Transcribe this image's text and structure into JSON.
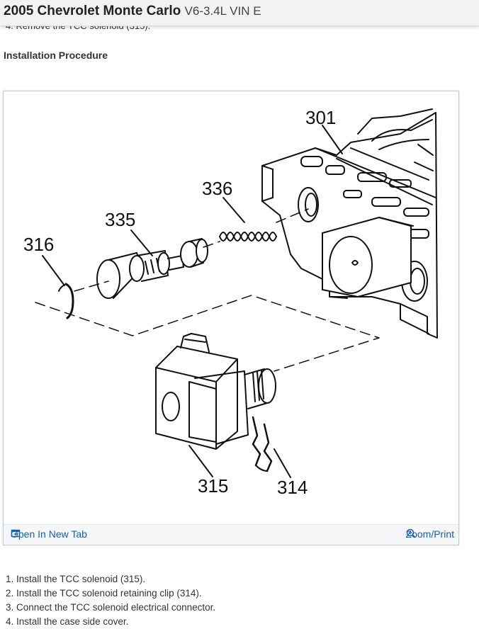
{
  "header": {
    "title": "2005 Chevrolet Monte Carlo",
    "subtitle": "V6-3.4L VIN E"
  },
  "previous_step": "4. Remove the TCC solenoid (315).",
  "section_heading": "Installation Procedure",
  "figure": {
    "callouts": [
      "301",
      "336",
      "335",
      "316",
      "315",
      "314"
    ],
    "toolbar": {
      "open_new_tab": "Open In New Tab",
      "zoom_print": "Zoom/Print"
    }
  },
  "steps": [
    "1. Install the TCC solenoid (315).",
    "2. Install the TCC solenoid retaining clip (314).",
    "3. Connect the TCC solenoid electrical connector.",
    "4. Install the case side cover."
  ]
}
